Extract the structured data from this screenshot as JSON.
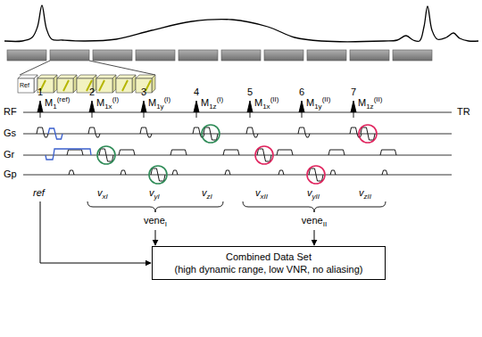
{
  "diagram": {
    "nodes": [
      {
        "text": [
          "Combined Data Set",
          "(high dynamic range, low VNR, no aliasing)"
        ]
      }
    ],
    "labels": [
      "Ref",
      "RF",
      "Gs",
      "Gr",
      "Gp",
      "TR",
      "1",
      "2",
      "3",
      "4",
      "5",
      "6",
      "7",
      "M",
      "1",
      "(ref)",
      "M",
      "1x",
      "(I)",
      "M",
      "1y",
      "(I)",
      "M",
      "1z",
      "(I)",
      "M",
      "1x",
      "(II)",
      "M",
      "1y",
      "(II)",
      "M",
      "1z",
      "(II)",
      "ref",
      "v",
      "xI",
      "v",
      "yI",
      "v",
      "zI",
      "v",
      "xII",
      "v",
      "yII",
      "v",
      "zII",
      "vene",
      "I",
      "vene",
      "II"
    ]
  }
}
